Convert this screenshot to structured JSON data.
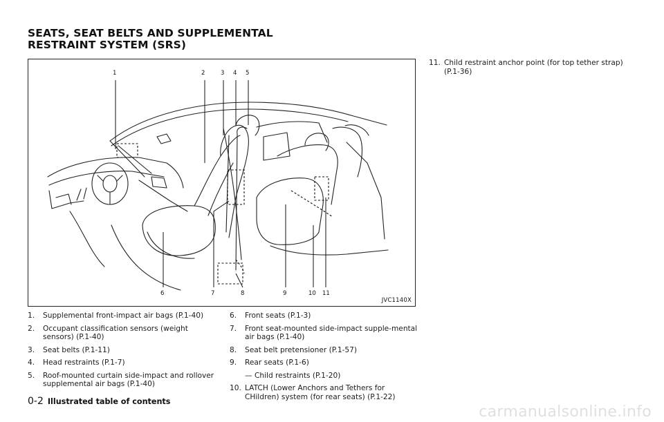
{
  "heading": {
    "line1": "SEATS, SEAT BELTS AND SUPPLEMENTAL",
    "line2": "RESTRAINT SYSTEM (SRS)"
  },
  "figure": {
    "id": "JVC1140X",
    "callouts": [
      "1",
      "2",
      "3",
      "4",
      "5",
      "6",
      "7",
      "8",
      "9",
      "10",
      "11"
    ]
  },
  "legend": {
    "col1": [
      {
        "num": "1.",
        "text": "Supplemental front-impact air bags (P.1-40)"
      },
      {
        "num": "2.",
        "text": "Occupant classification sensors (weight sensors) (P.1-40)"
      },
      {
        "num": "3.",
        "text": "Seat belts (P.1-11)"
      },
      {
        "num": "4.",
        "text": "Head restraints (P.1-7)"
      },
      {
        "num": "5.",
        "text": "Roof-mounted curtain side-impact and rollover supplemental air bags (P.1-40)"
      }
    ],
    "col2": [
      {
        "num": "6.",
        "text": "Front seats (P.1-3)"
      },
      {
        "num": "7.",
        "text": "Front seat-mounted side-impact supple-mental air bags (P.1-40)"
      },
      {
        "num": "8.",
        "text": "Seat belt pretensioner (P.1-57)"
      },
      {
        "num": "9.",
        "text": "Rear seats (P.1-6)",
        "sub": "— Child restraints (P.1-20)"
      },
      {
        "num": "10.",
        "text": "LATCH (Lower Anchors and Tethers for CHildren) system (for rear seats) (P.1-22)"
      }
    ],
    "col3": [
      {
        "num": "11.",
        "text": "Child restraint anchor point (for top tether strap) (P.1-36)"
      }
    ]
  },
  "footer": {
    "page": "0-2",
    "title": "Illustrated table of contents"
  },
  "watermark": "carmanualsonline.info"
}
